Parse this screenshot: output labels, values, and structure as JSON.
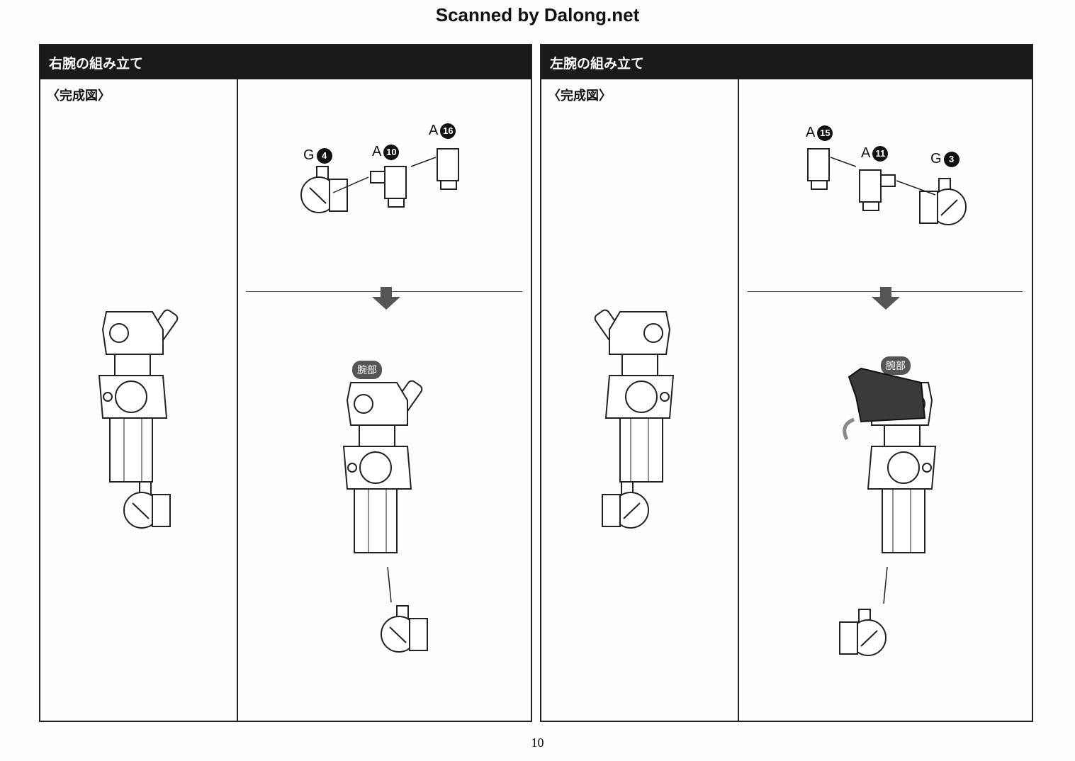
{
  "scan_credit": "Scanned by Dalong.net",
  "left_section": {
    "title": "右腕の組み立て",
    "completed_label": "〈完成図〉",
    "parts": [
      {
        "letter": "G",
        "number": "4"
      },
      {
        "letter": "A",
        "number": "10"
      },
      {
        "letter": "A",
        "number": "16"
      }
    ],
    "assembly_badge": "腕部"
  },
  "right_section": {
    "title": "左腕の組み立て",
    "completed_label": "〈完成図〉",
    "parts": [
      {
        "letter": "A",
        "number": "15"
      },
      {
        "letter": "A",
        "number": "11"
      },
      {
        "letter": "G",
        "number": "3"
      }
    ],
    "assembly_badge": "腕部"
  },
  "page_number": "10"
}
